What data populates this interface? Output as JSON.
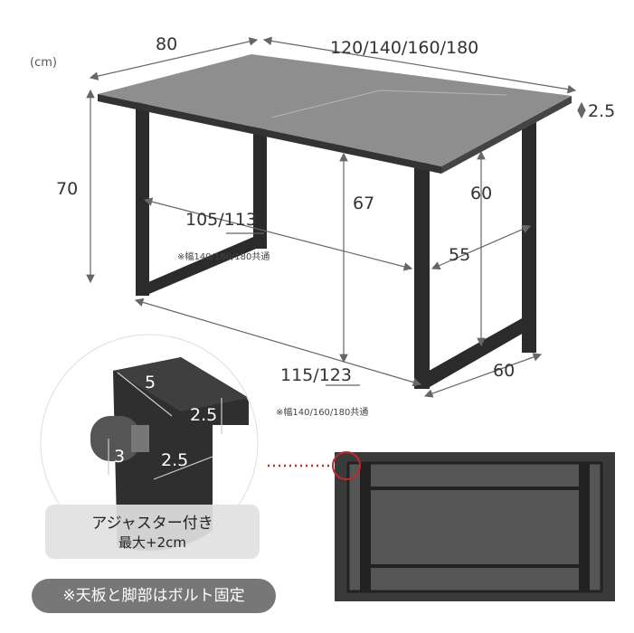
{
  "unit": "(cm)",
  "dimensions": {
    "depth": "80",
    "width": "120/140/160/180",
    "top_thickness": "2.5",
    "height": "70",
    "under_clearance": "67",
    "leg_inner_height": "60",
    "leg_inner_depth": "55",
    "inner_width": "105/113",
    "inner_width_note": "※幅140/160/180共通",
    "leg_span": "115/123",
    "leg_span_note": "※幅140/160/180共通",
    "leg_depth": "60"
  },
  "detail": {
    "leg_width": "5",
    "leg_thickness": "2.5",
    "adjuster_height": "3",
    "adjuster_offset": "2.5",
    "caption_line1": "アジャスター付き",
    "caption_line2": "最大+2cm"
  },
  "footer_note": "※天板と脚部はボルト固定",
  "colors": {
    "tabletop": "#8e8e8e",
    "legs": "#2b2b2b",
    "highlight": "#c0282d",
    "pill": "#777777"
  }
}
